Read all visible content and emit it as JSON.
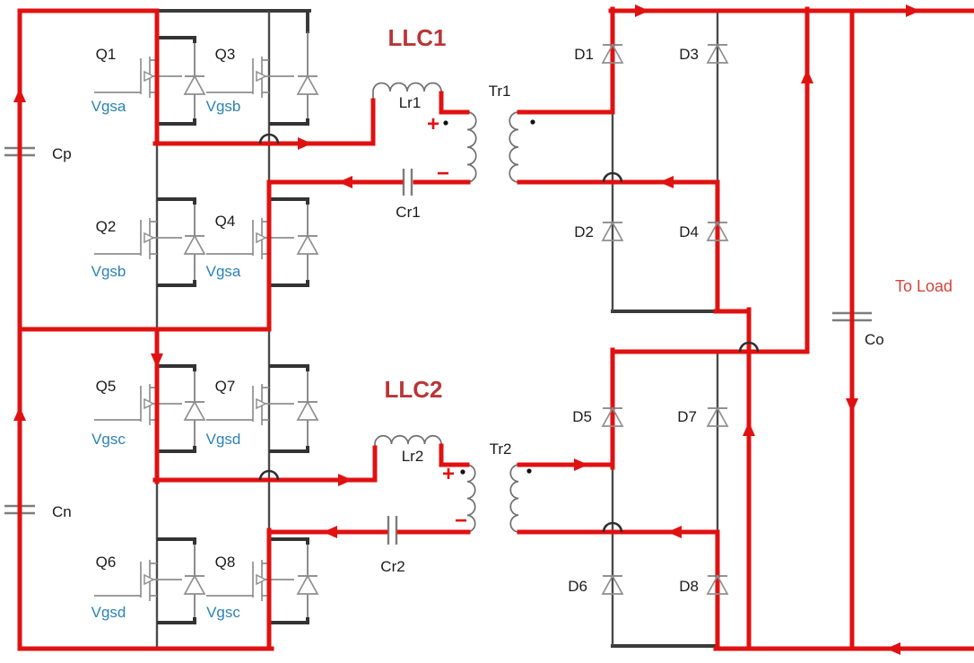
{
  "title": {
    "llc1": "LLC1",
    "llc2": "LLC2"
  },
  "output": {
    "to_load": "To Load",
    "cap": "Co"
  },
  "input_caps": {
    "positive": "Cp",
    "negative": "Cn"
  },
  "switches": [
    {
      "name": "Q1",
      "gate": "Vgsa"
    },
    {
      "name": "Q2",
      "gate": "Vgsb"
    },
    {
      "name": "Q3",
      "gate": "Vgsb"
    },
    {
      "name": "Q4",
      "gate": "Vgsa"
    },
    {
      "name": "Q5",
      "gate": "Vgsc"
    },
    {
      "name": "Q6",
      "gate": "Vgsd"
    },
    {
      "name": "Q7",
      "gate": "Vgsd"
    },
    {
      "name": "Q8",
      "gate": "Vgsc"
    }
  ],
  "rectifier_diodes": [
    "D1",
    "D2",
    "D3",
    "D4",
    "D5",
    "D6",
    "D7",
    "D8"
  ],
  "resonant": [
    {
      "inductor": "Lr1",
      "capacitor": "Cr1",
      "transformer": "Tr1"
    },
    {
      "inductor": "Lr2",
      "capacitor": "Cr2",
      "transformer": "Tr2"
    }
  ],
  "polarity": {
    "plus": "+",
    "minus": "−"
  },
  "colors": {
    "red": "#e01111",
    "black": "#3a3a3a",
    "gray": "#8a8a8a",
    "blue": "#2a82b5",
    "llc_red": "#b93536",
    "load_red": "#d0453a"
  }
}
